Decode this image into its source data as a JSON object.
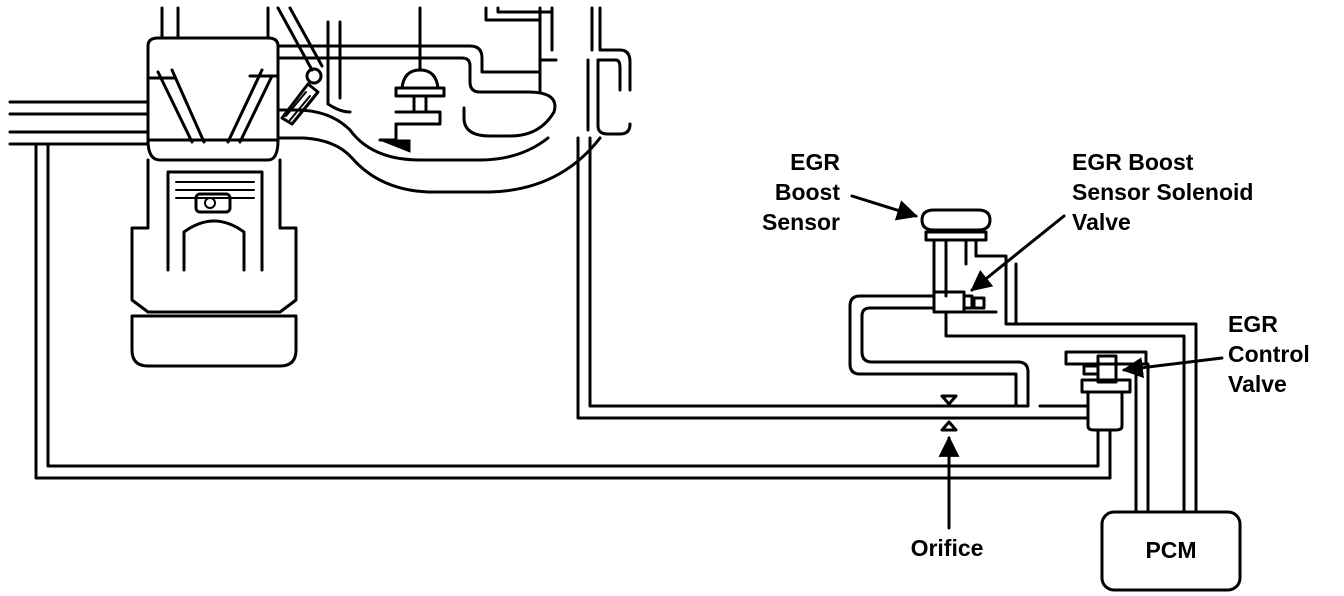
{
  "labels": {
    "egr_boost_sensor": [
      "EGR",
      "Boost",
      "Sensor"
    ],
    "egr_boost_sensor_solenoid_valve": [
      "EGR Boost",
      "Sensor Solenoid",
      "Valve"
    ],
    "egr_control_valve": [
      "EGR",
      "Control",
      "Valve"
    ],
    "orifice": "Orifice",
    "pcm": "PCM"
  },
  "colors": {
    "line": "#000000",
    "background": "#ffffff"
  }
}
